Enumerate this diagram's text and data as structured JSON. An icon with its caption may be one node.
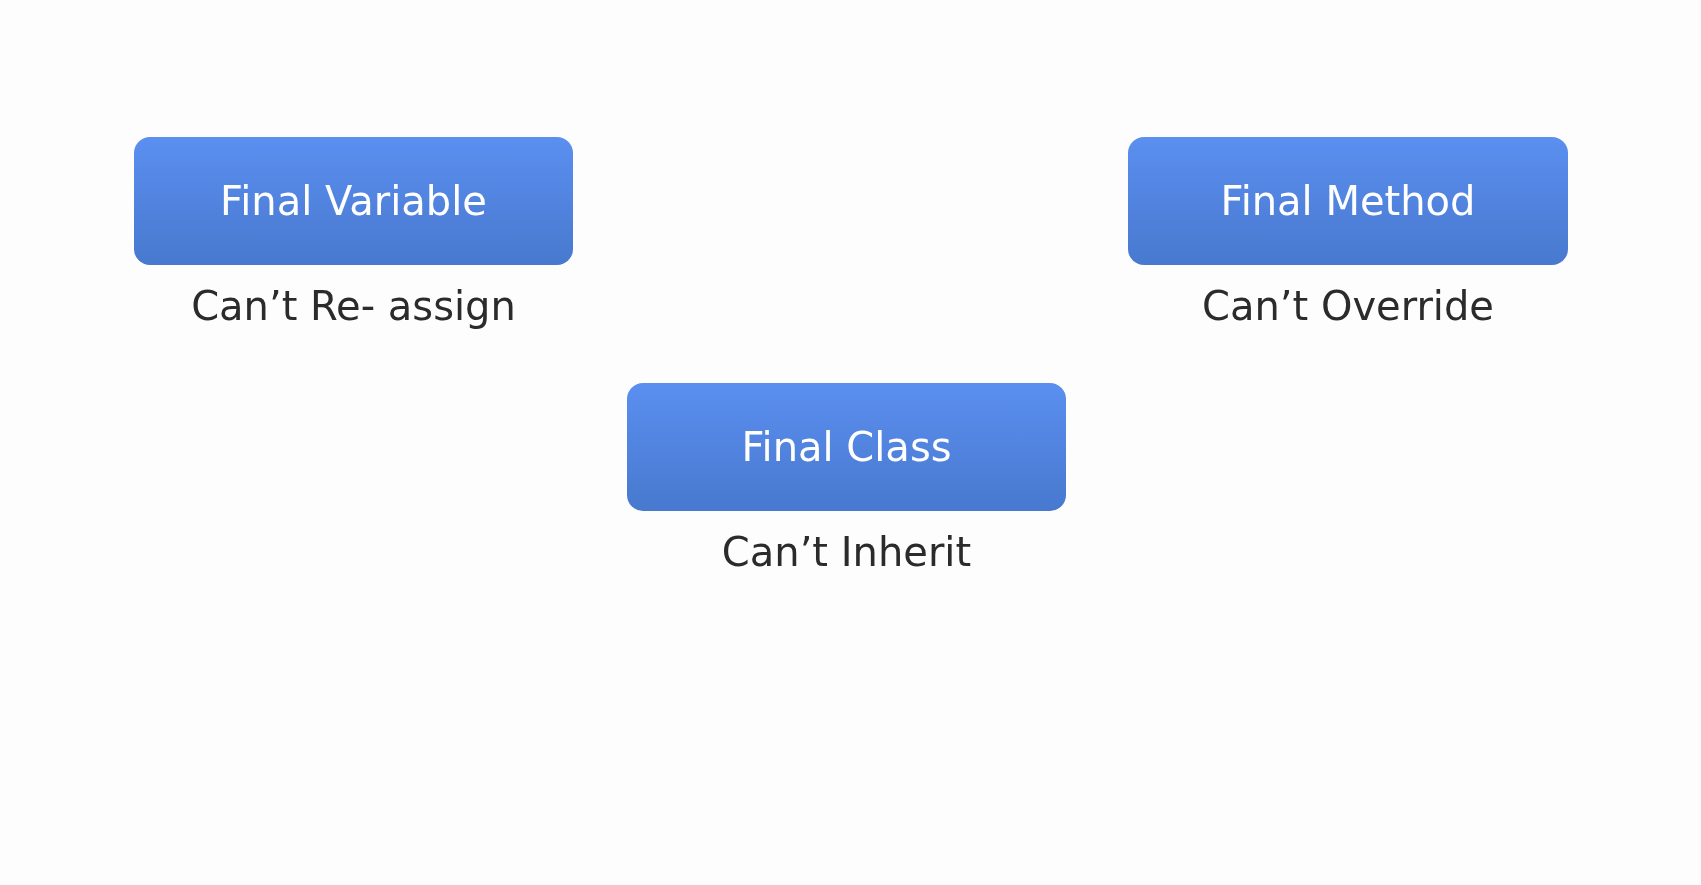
{
  "diagram": {
    "nodes": [
      {
        "text": [
          "Final Variable"
        ],
        "beside": [
          "Can’t Re- assign"
        ]
      },
      {
        "text": [
          "Final Method"
        ],
        "beside": [
          "Can’t Override"
        ]
      },
      {
        "text": [
          "Final Class"
        ],
        "beside": [
          "Can’t Inherit"
        ]
      }
    ],
    "edges": []
  }
}
